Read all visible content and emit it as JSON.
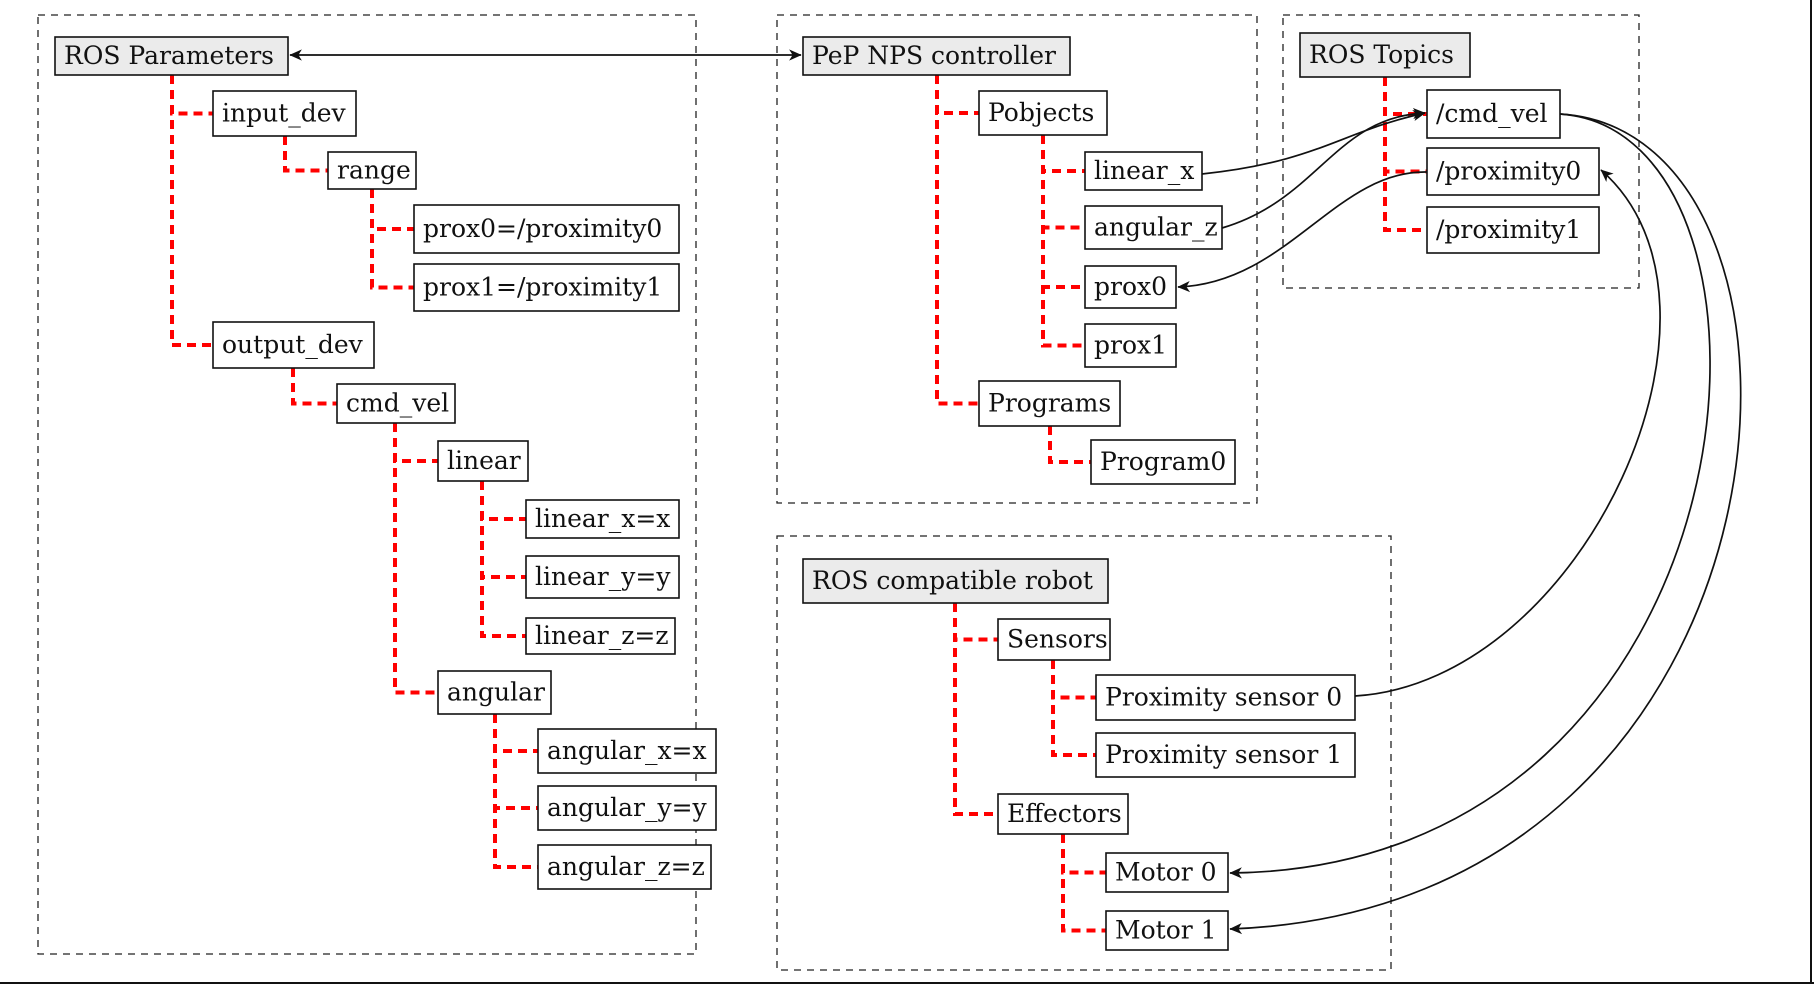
{
  "diagram": {
    "regions": [
      {
        "id": "ros_parameters"
      },
      {
        "id": "pep_nps_controller"
      },
      {
        "id": "ros_topics"
      },
      {
        "id": "ros_robot"
      }
    ],
    "nodes": [
      {
        "id": "rosparams",
        "label": "ROS Parameters",
        "root": true
      },
      {
        "id": "input_dev",
        "label": "input_dev"
      },
      {
        "id": "range",
        "label": "range"
      },
      {
        "id": "prox0p",
        "label": "prox0=/proximity0"
      },
      {
        "id": "prox1p",
        "label": "prox1=/proximity1"
      },
      {
        "id": "output_dev",
        "label": "output_dev"
      },
      {
        "id": "cmd_vel_p",
        "label": "cmd_vel"
      },
      {
        "id": "linear",
        "label": "linear"
      },
      {
        "id": "linx",
        "label": "linear_x=x"
      },
      {
        "id": "liny",
        "label": "linear_y=y"
      },
      {
        "id": "linz",
        "label": "linear_z=z"
      },
      {
        "id": "angular",
        "label": "angular"
      },
      {
        "id": "angx",
        "label": "angular_x=x"
      },
      {
        "id": "angy",
        "label": "angular_y=y"
      },
      {
        "id": "angz",
        "label": "angular_z=z"
      },
      {
        "id": "pep",
        "label": "PeP NPS controller",
        "root": true
      },
      {
        "id": "pobjects",
        "label": "Pobjects"
      },
      {
        "id": "lx",
        "label": "linear_x"
      },
      {
        "id": "az",
        "label": "angular_z"
      },
      {
        "id": "p0",
        "label": "prox0"
      },
      {
        "id": "p1",
        "label": "prox1"
      },
      {
        "id": "programs",
        "label": "Programs"
      },
      {
        "id": "program0",
        "label": "Program0"
      },
      {
        "id": "topics",
        "label": "ROS Topics",
        "root": true
      },
      {
        "id": "t_cmd",
        "label": "/cmd_vel"
      },
      {
        "id": "t_p0",
        "label": "/proximity0"
      },
      {
        "id": "t_p1",
        "label": "/proximity1"
      },
      {
        "id": "robot",
        "label": "ROS compatible robot",
        "root": true
      },
      {
        "id": "sensors",
        "label": "Sensors"
      },
      {
        "id": "ps0",
        "label": "Proximity sensor 0"
      },
      {
        "id": "ps1",
        "label": "Proximity sensor 1"
      },
      {
        "id": "effectors",
        "label": "Effectors"
      },
      {
        "id": "m0",
        "label": "Motor 0"
      },
      {
        "id": "m1",
        "label": "Motor 1"
      }
    ],
    "tree_links": [
      [
        "rosparams",
        "input_dev"
      ],
      [
        "input_dev",
        "range"
      ],
      [
        "range",
        "prox0p"
      ],
      [
        "range",
        "prox1p"
      ],
      [
        "rosparams",
        "output_dev"
      ],
      [
        "output_dev",
        "cmd_vel_p"
      ],
      [
        "cmd_vel_p",
        "linear"
      ],
      [
        "linear",
        "linx"
      ],
      [
        "linear",
        "liny"
      ],
      [
        "linear",
        "linz"
      ],
      [
        "cmd_vel_p",
        "angular"
      ],
      [
        "angular",
        "angx"
      ],
      [
        "angular",
        "angy"
      ],
      [
        "angular",
        "angz"
      ],
      [
        "pep",
        "pobjects"
      ],
      [
        "pobjects",
        "lx"
      ],
      [
        "pobjects",
        "az"
      ],
      [
        "pobjects",
        "p0"
      ],
      [
        "pobjects",
        "p1"
      ],
      [
        "pep",
        "programs"
      ],
      [
        "programs",
        "program0"
      ],
      [
        "topics",
        "t_cmd"
      ],
      [
        "topics",
        "t_p0"
      ],
      [
        "topics",
        "t_p1"
      ],
      [
        "robot",
        "sensors"
      ],
      [
        "sensors",
        "ps0"
      ],
      [
        "sensors",
        "ps1"
      ],
      [
        "robot",
        "effectors"
      ],
      [
        "effectors",
        "m0"
      ],
      [
        "effectors",
        "m1"
      ]
    ],
    "connections": [
      {
        "from": "rosparams",
        "to": "pep",
        "direction": "both"
      },
      {
        "from": "lx",
        "to": "t_cmd",
        "direction": "forward"
      },
      {
        "from": "az",
        "to": "t_cmd",
        "direction": "forward"
      },
      {
        "from": "t_p0",
        "to": "p0",
        "direction": "forward"
      },
      {
        "from": "ps0",
        "to": "t_p0",
        "direction": "forward"
      },
      {
        "from": "t_cmd",
        "to": "m0",
        "direction": "forward"
      },
      {
        "from": "t_cmd",
        "to": "m1",
        "direction": "forward"
      }
    ],
    "colors": {
      "tree_line": "#ff0000",
      "root_fill": "#ebebeb",
      "box_fill": "#ffffff",
      "stroke": "#111111"
    }
  }
}
